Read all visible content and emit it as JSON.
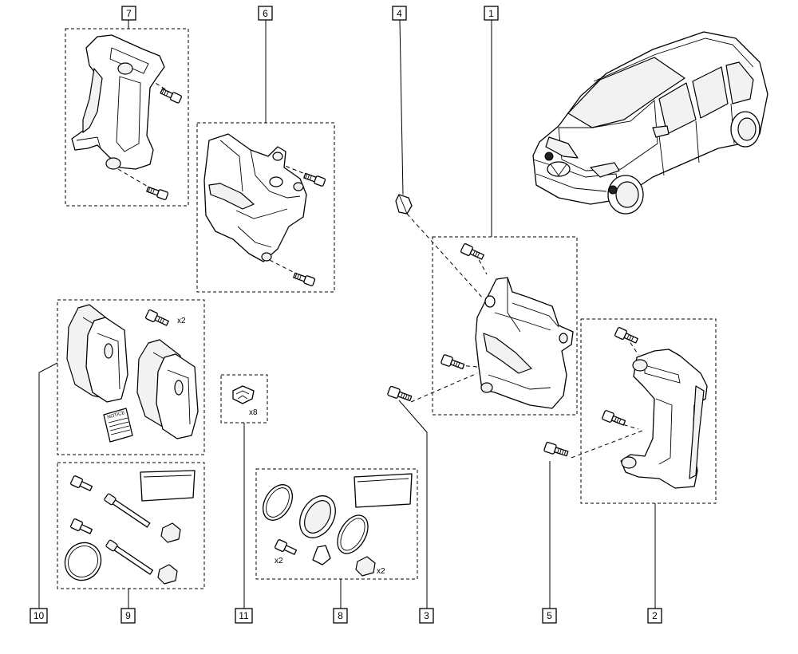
{
  "callouts": {
    "c1": "1",
    "c2": "2",
    "c3": "3",
    "c4": "4",
    "c5": "5",
    "c6": "6",
    "c7": "7",
    "c8": "8",
    "c9": "9",
    "c10": "10",
    "c11": "11"
  },
  "quantities": {
    "pad_bolts": "x2",
    "spring_clips": "x8",
    "seal_bolts": "x2",
    "seal_bushes": "x2"
  },
  "labels": {
    "notice": "NOTICE"
  }
}
